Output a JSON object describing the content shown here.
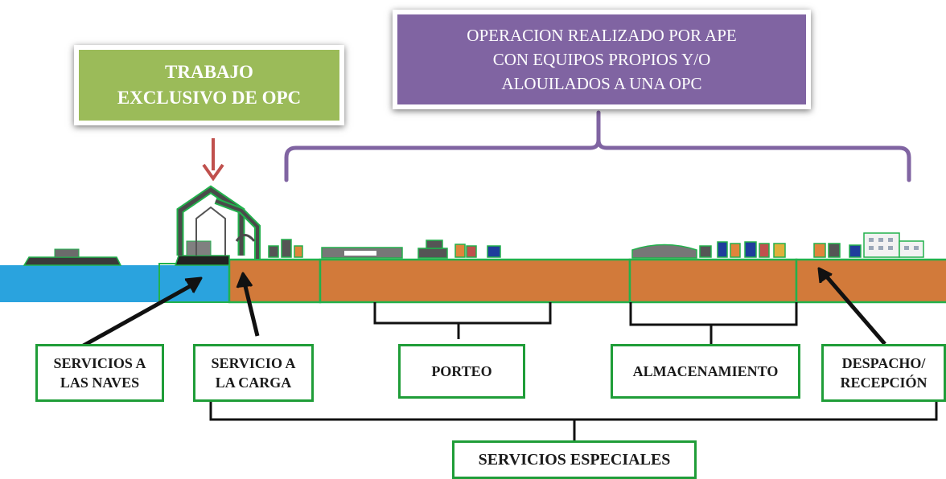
{
  "colors": {
    "ocean": "#2aa3de",
    "land": "#d27a3a",
    "outline": "#22b14c",
    "highlight_box": "#9bbb59",
    "operation_box": "#8064a2",
    "brace": "#8064a2",
    "marker_arrow": "#c0504d"
  },
  "callouts": {
    "exclusive": "TRABAJO\nEXCLUSIVO DE OPC",
    "operation": "OPERACION REALIZADO POR APE\nCON EQUIPOS PROPIOS Y/O\nALOUILADOS A UNA OPC"
  },
  "services": {
    "ships": "SERVICIOS A\nLAS NAVES",
    "cargo": "SERVICIO A\nLA CARGA",
    "porteo": "PORTEO",
    "storage": "ALMACENAMIENTO",
    "dispatch": "DESPACHO/\nRECEPCIÓN",
    "special": "SERVICIOS ESPECIALES"
  }
}
